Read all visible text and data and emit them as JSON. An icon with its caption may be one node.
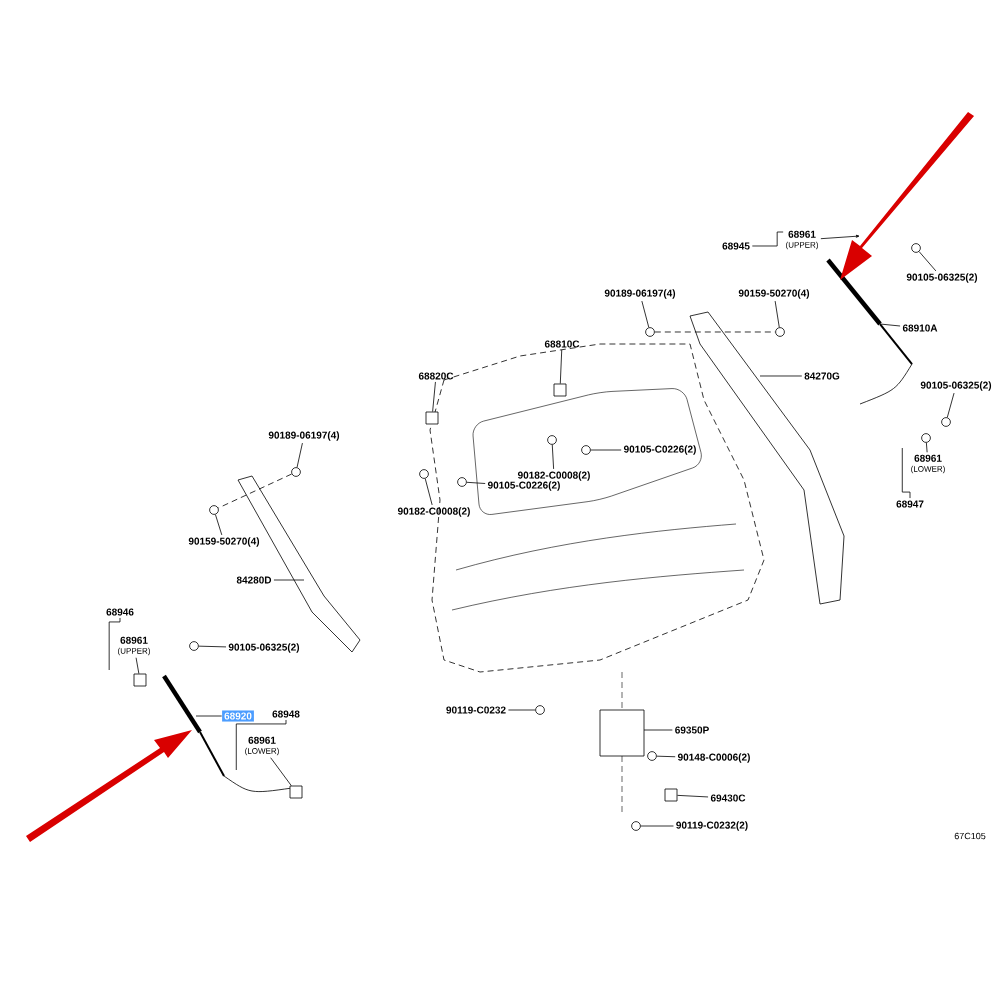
{
  "diagram": {
    "nodes": [
      {
        "text": [
          "68945"
        ]
      },
      {
        "text": [
          "68961",
          "(UPPER)"
        ]
      },
      {
        "text": [
          "90105-06325(2)"
        ]
      },
      {
        "text": [
          "90189-06197(4)"
        ]
      },
      {
        "text": [
          "90159-50270(4)"
        ]
      },
      {
        "text": [
          "68910A"
        ]
      },
      {
        "text": [
          "68810C"
        ]
      },
      {
        "text": [
          "68820C"
        ]
      },
      {
        "text": [
          "84270G"
        ]
      },
      {
        "text": [
          "90105-06325(2)"
        ]
      },
      {
        "text": [
          "90189-06197(4)"
        ]
      },
      {
        "text": [
          "90105-C0226(2)"
        ]
      },
      {
        "text": [
          "68961",
          "(LOWER)"
        ]
      },
      {
        "text": [
          "90182-C0008(2)"
        ]
      },
      {
        "text": [
          "90105-C0226(2)"
        ]
      },
      {
        "text": [
          "68947"
        ]
      },
      {
        "text": [
          "90182-C0008(2)"
        ]
      },
      {
        "text": [
          "90159-50270(4)"
        ]
      },
      {
        "text": [
          "84280D"
        ]
      },
      {
        "text": [
          "68946"
        ]
      },
      {
        "text": [
          "68961",
          "(UPPER)"
        ]
      },
      {
        "text": [
          "90105-06325(2)"
        ]
      },
      {
        "text": [
          "68920"
        ]
      },
      {
        "text": [
          "68948"
        ]
      },
      {
        "text": [
          "68961",
          "(LOWER)"
        ]
      },
      {
        "text": [
          "90119-C0232"
        ]
      },
      {
        "text": [
          "69350P"
        ]
      },
      {
        "text": [
          "90148-C0006(2)"
        ]
      },
      {
        "text": [
          "69430C"
        ]
      },
      {
        "text": [
          "90119-C0232(2)"
        ]
      },
      {
        "text": [],
        "shape": "circle"
      },
      {
        "text": [],
        "shape": "circle"
      },
      {
        "text": [],
        "shape": "circle"
      },
      {
        "text": [],
        "shape": "circle"
      },
      {
        "text": [],
        "shape": "circle"
      },
      {
        "text": [],
        "shape": "circle"
      },
      {
        "text": [],
        "shape": "circle"
      },
      {
        "text": [],
        "shape": "circle"
      },
      {
        "text": [],
        "shape": "circle"
      },
      {
        "text": [],
        "shape": "circle"
      },
      {
        "text": [],
        "shape": "circle"
      },
      {
        "text": [],
        "shape": "circle"
      },
      {
        "text": [],
        "shape": "circle"
      },
      {
        "text": [],
        "shape": "circle"
      },
      {
        "text": [],
        "shape": "circle"
      },
      {
        "text": [],
        "shape": "box"
      },
      {
        "text": [],
        "shape": "box"
      },
      {
        "text": [],
        "shape": "box"
      },
      {
        "text": [],
        "shape": "box"
      },
      {
        "text": [],
        "shape": "box"
      }
    ],
    "edges": [
      {
        "from": 1,
        "to": null,
        "arrow": "to"
      },
      {
        "from": 2,
        "to": 42,
        "arrow": "none"
      },
      {
        "from": 3,
        "to": 39,
        "arrow": "none"
      },
      {
        "from": 4,
        "to": 41,
        "arrow": "none"
      },
      {
        "from": 5,
        "to": null,
        "arrow": "none"
      },
      {
        "from": 6,
        "to": 48,
        "arrow": "none"
      },
      {
        "from": 7,
        "to": 47,
        "arrow": "none"
      },
      {
        "from": 8,
        "to": null,
        "arrow": "none"
      },
      {
        "from": 9,
        "to": 44,
        "arrow": "none"
      },
      {
        "from": 10,
        "to": 32,
        "arrow": "none"
      },
      {
        "from": 11,
        "to": 37,
        "arrow": "none"
      },
      {
        "from": 12,
        "to": 43,
        "arrow": "none"
      },
      {
        "from": 13,
        "to": 36,
        "arrow": "none"
      },
      {
        "from": 14,
        "to": 34,
        "arrow": "none"
      },
      {
        "from": 16,
        "to": 33,
        "arrow": "none"
      },
      {
        "from": 17,
        "to": 31,
        "arrow": "none"
      },
      {
        "from": 18,
        "to": null,
        "arrow": "none"
      },
      {
        "from": 20,
        "to": 45,
        "arrow": "none"
      },
      {
        "from": 21,
        "to": 30,
        "arrow": "none"
      },
      {
        "from": 22,
        "to": null,
        "arrow": "none"
      },
      {
        "from": 24,
        "to": 46,
        "arrow": "none"
      },
      {
        "from": 25,
        "to": 35,
        "arrow": "none"
      },
      {
        "from": 26,
        "to": null,
        "arrow": "none"
      },
      {
        "from": 27,
        "to": 40,
        "arrow": "none"
      },
      {
        "from": 28,
        "to": 49,
        "arrow": "none"
      },
      {
        "from": 29,
        "to": 38,
        "arrow": "none"
      },
      {
        "from": 39,
        "to": 41,
        "arrow": "none",
        "style": "dashed"
      },
      {
        "from": 32,
        "to": 31,
        "arrow": "none",
        "style": "dashed"
      }
    ],
    "labels": [
      "67C105"
    ]
  }
}
